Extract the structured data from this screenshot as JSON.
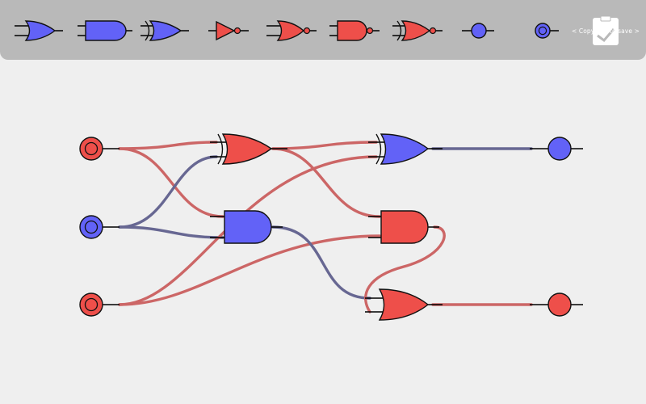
{
  "colors": {
    "on": "#ee4f4a",
    "off": "#6262f7",
    "wire_on": "#cc6666",
    "wire_off": "#676792",
    "toolbar_bg": "#b9b9b9",
    "canvas_bg": "#efefef"
  },
  "toolbar": {
    "tools": [
      {
        "name": "or-gate-tool",
        "icon": "or-gate-icon"
      },
      {
        "name": "and-gate-tool",
        "icon": "and-gate-icon"
      },
      {
        "name": "xor-gate-tool",
        "icon": "xor-gate-icon"
      },
      {
        "name": "not-gate-tool",
        "icon": "not-gate-icon"
      },
      {
        "name": "nor-gate-tool",
        "icon": "nor-gate-icon"
      },
      {
        "name": "nand-gate-tool",
        "icon": "nand-gate-icon"
      },
      {
        "name": "xnor-gate-tool",
        "icon": "xnor-gate-icon"
      },
      {
        "name": "output-node-tool",
        "icon": "output-node-icon"
      },
      {
        "name": "input-node-tool",
        "icon": "input-node-icon"
      }
    ],
    "copy_link_label": "< Copy link to save >",
    "copy_link_icon": "clipboard-link-icon"
  },
  "circuit": {
    "inputs": [
      {
        "name": "input-1",
        "state": "on"
      },
      {
        "name": "input-2",
        "state": "off"
      },
      {
        "name": "input-3",
        "state": "on"
      }
    ],
    "gates": [
      {
        "name": "xor-gate-1",
        "type": "xor",
        "state": "on"
      },
      {
        "name": "and-gate-1",
        "type": "and",
        "state": "off"
      },
      {
        "name": "xor-gate-2",
        "type": "xor",
        "state": "off"
      },
      {
        "name": "and-gate-2",
        "type": "and",
        "state": "on"
      },
      {
        "name": "or-gate-1",
        "type": "or",
        "state": "on"
      }
    ],
    "outputs": [
      {
        "name": "output-1",
        "state": "off"
      },
      {
        "name": "output-2",
        "state": "on"
      }
    ]
  }
}
